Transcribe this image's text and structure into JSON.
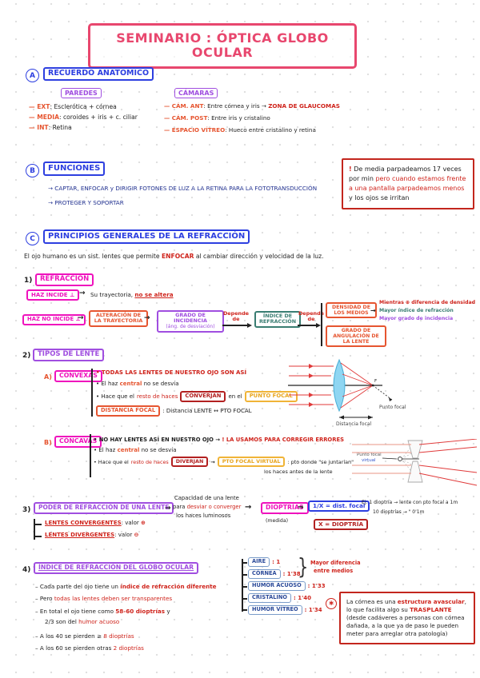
{
  "title": "SEMINARIO : ÓPTICA GLOBO OCULAR",
  "anatomia": {
    "letter": "A",
    "heading": "RECUERDO ANATÓMICO",
    "paredes": {
      "heading": "PAREDES",
      "items": [
        {
          "label": "— EXT",
          "text": ": Esclerótica + córnea"
        },
        {
          "label": "— MEDIA",
          "text": ": coroides + iris + c. ciliar"
        },
        {
          "label": "— INT",
          "text": ": Retina"
        }
      ]
    },
    "camaras": {
      "heading": "CÁMARAS",
      "items": [
        {
          "label": "— CÁM. ANT",
          "text": ": Entre córnea y iris  →",
          "note": "ZONA DE GLAUCOMAS"
        },
        {
          "label": "— CÁM. POST",
          "text": ": Entre iris y cristalino",
          "note": ""
        },
        {
          "label": "— ESPACIO VÍTREO",
          "text": ": Hueco entre cristalino y retina",
          "note": ""
        }
      ]
    }
  },
  "funciones": {
    "letter": "B",
    "heading": "FUNCIONES",
    "item1": "→  CAPTAR, ENFOCAR y DIRIGIR FOTONES DE LUZ A LA RETINA PARA LA FOTOTRANSDUCCIÓN",
    "item2": "→  PROTEGER Y SOPORTAR"
  },
  "parpadeo": {
    "bang": "!",
    "black1": " De media parpadeamos 17 veces por min ",
    "red": "pero cuando estamos frente a una pantalla parpadeamos menos",
    "black2": " y los ojos se irritan"
  },
  "principios": {
    "letter": "C",
    "heading": "PRINCIPIOS GENERALES DE LA REFRACCIÓN",
    "intro_pre": "El ojo humano es un sist. lentes que permite ",
    "intro_red": "ENFOCAR",
    "intro_post": " al cambiar dirección y velocidad de la luz."
  },
  "refraccion": {
    "num": "1)",
    "heading": "REFRACCIÓN",
    "haz_incide": "HAZ INCIDE ⊥",
    "arrow": "→",
    "tray_black": "Su trayectoria, ",
    "tray_red": "no se altera",
    "haz_no_incide": "HAZ NO INCIDE ⊥",
    "alteracion": "ALTERACIÓN DE LA TRAYECTORIA",
    "grado1": "GRADO DE INCIDENCIA",
    "grado2": "(áng. de desviación)",
    "depende": "Depende de",
    "indice": "ÍNDICE DE REFRACCIÓN",
    "densidad": "DENSIDAD DE LOS MEDIOS",
    "angulacion": "GRADO DE ANGULACIÓN DE LA LENTE",
    "nota_roja": "Mientras ⊕ diferencia de densidad",
    "nota_teal": "Mayor índice de refracción",
    "nota_purple": "Mayor grado de incidencia"
  },
  "tipos": {
    "num": "2)",
    "heading": "TIPOS DE LENTE",
    "convexas": {
      "letter": "A)",
      "heading": "CONVEXAS",
      "b1": "• TODAS LAS LENTES DE NUESTRO OJO SON ASÍ",
      "b2_pre": "• El haz ",
      "b2_hl": "central",
      "b2_post": " no se desvía",
      "b3_pre": "• Hace que el ",
      "b3_red": "resto de haces",
      "b3_box1": "CONVERJAN",
      "b3_mid": "en el",
      "b3_box2": "PUNTO FOCAL",
      "b4_box": "DISTANCIA FOCAL",
      "b4_text": ": Distancia  LENTE ↔ PTO FOCAL"
    },
    "concavas": {
      "letter": "B)",
      "heading": "CÓNCAVAS",
      "b1_pre": "• NO HAY LENTES ASÍ EN NUESTRO OJO → ",
      "b1_red": "! LA USAMOS PARA CORREGIR ERRORES",
      "b2_pre": "• El haz ",
      "b2_hl": "central",
      "b2_post": " no se desvía",
      "b3_pre": "• Hace que el ",
      "b3_red": "resto de haces",
      "b3_box1": "DIVERJAN",
      "b3_arrow": "→",
      "b3_box2": "PTO FOCAL VIRTUAL",
      "b3_post": ": pto donde \"se juntarían\"",
      "b3_line2": "los haces antes de la lente"
    },
    "diagrama_convexa": {
      "punto_focal": "Punto focal",
      "distancia_focal": "Distancia focal",
      "f": "F"
    },
    "diagrama_concava": {
      "label1": "Punto focal",
      "label2": "virtual"
    }
  },
  "poder": {
    "num": "3)",
    "heading": "PODER DE REFRACCIÓN DE UNA LENTE",
    "desc_l1": "Capacidad de una lente",
    "desc_l2_pre": "para ",
    "desc_l2_red": "desviar o converger",
    "desc_l3": "los haces luminosos",
    "dioptrias": "DIOPTRÍAS",
    "medida": "(medida)",
    "doblearrow": "⇒",
    "formula1": "1/X = dist. focal",
    "formula2": "X = DIOPTRÍA",
    "convergentes_label": "LENTES CONVERGENTES",
    "convergentes_val": ": valor ",
    "convergentes_sym": "⊕",
    "divergentes_label": "LENTES DIVERGENTES",
    "divergentes_val": ": valor ",
    "divergentes_sym": "⊖",
    "ej1": "Ej: 1 dioptría → lente con pto focal a 1m",
    "ej2": "10 dioptrías →  \" 0'1m"
  },
  "indices": {
    "num": "4)",
    "heading": "ÍNDICE DE REFRACCIÓN DEL GLOBO OCULAR",
    "b1_pre": "– Cada parte del ojo tiene un ",
    "b1_red": "índice de refracción diferente",
    "b2_pre": "– Pero ",
    "b2_red": "todas las lentes deben ser transparentes",
    "b3_pre": "– En total el ojo tiene como ",
    "b3_red": "58-60 dioptrías",
    "b3_post": " y",
    "b3b_pre": "2/3 son del ",
    "b3b_red": "humor acuoso",
    "b4_pre": "– A los 40 se pierden ≥ ",
    "b4_red": "8 dioptrías",
    "b5_pre": "– A los 60 se pierden otras ",
    "b5_red": "2 dioptrías",
    "medios": [
      {
        "label": "AIRE",
        "value": ": 1"
      },
      {
        "label": "CÓRNEA",
        "value": ": 1'38"
      },
      {
        "label": "HUMOR ACUOSO",
        "value": ": 1'33"
      },
      {
        "label": "CRISTALINO",
        "value": ": 1'40"
      },
      {
        "label": "HUMOR VÍTREO",
        "value": ": 1'34"
      }
    ],
    "brace": "}",
    "nota_l1": "Mayor diferencia",
    "nota_l2": "entre medios"
  },
  "cornea": {
    "marker": "∗",
    "pre": "La córnea es una ",
    "red1": "estructura avascular",
    "mid": ", lo que facilita algo su ",
    "red2": "TRASPLANTE",
    "post": " (desde cadáveres a personas con córnea dañada, a la que ya de paso le pueden meter para arreglar otra patología)"
  }
}
